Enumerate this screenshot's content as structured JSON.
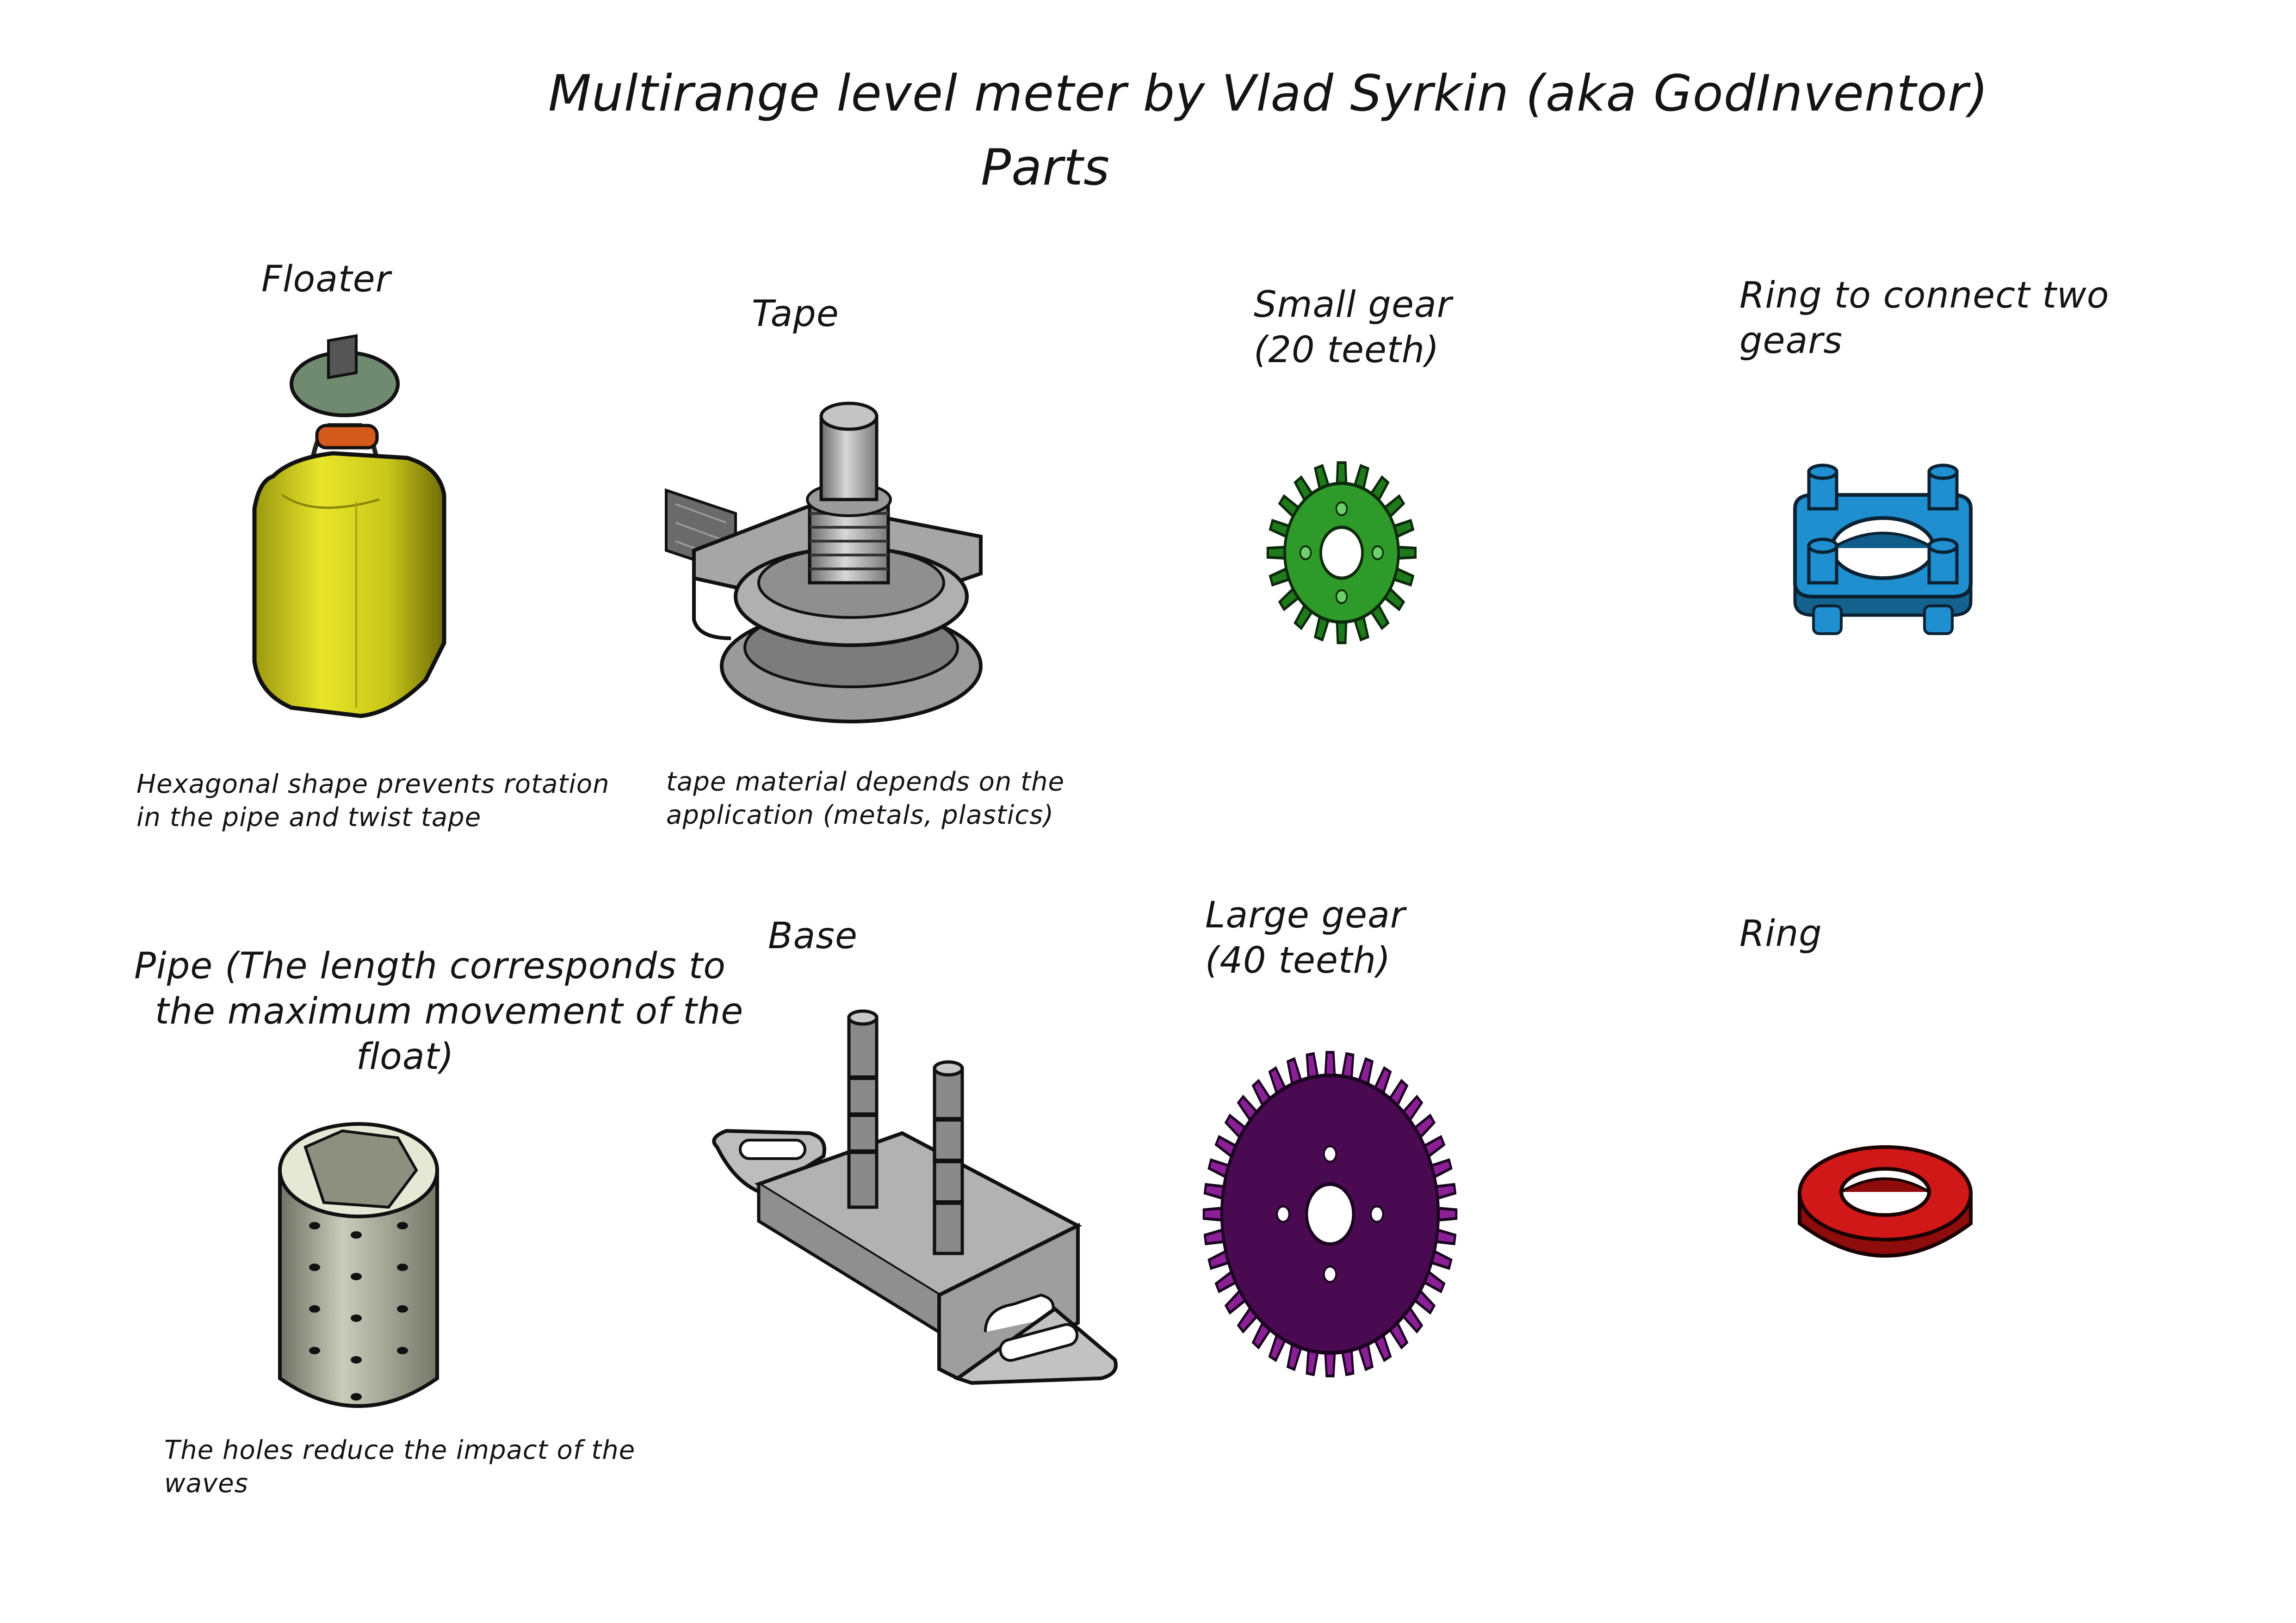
{
  "header": {
    "title": "Multirange level meter by Vlad Syrkin (aka GodInventor)",
    "subtitle": "Parts"
  },
  "parts": {
    "floater": {
      "label": "Floater",
      "note_line1": "Hexagonal shape prevents rotation",
      "note_line2": "in the pipe and twist tape",
      "color": "#d4d21a"
    },
    "tape": {
      "label": "Tape",
      "note_line1": "tape material depends on the",
      "note_line2": "application (metals, plastics)",
      "color": "#9c9c9c"
    },
    "small_gear": {
      "label_line1": "Small gear",
      "label_line2": "(20 teeth)",
      "color": "#2e9a2a"
    },
    "ring_connector": {
      "label_line1": "Ring to connect  two",
      "label_line2": "gears",
      "color": "#1f8fcf"
    },
    "pipe": {
      "label_line1": "Pipe (The length corresponds to",
      "label_line2": "the maximum movement of the",
      "label_line3": "float)",
      "note_line1": "The holes reduce the impact of the",
      "note_line2": "waves",
      "color": "#b9bcab"
    },
    "base": {
      "label": "Base",
      "color": "#b4b4b4"
    },
    "large_gear": {
      "label_line1": "Large gear",
      "label_line2": "(40 teeth)",
      "color": "#4a0a52"
    },
    "ring": {
      "label": "Ring",
      "color": "#d01818"
    }
  }
}
